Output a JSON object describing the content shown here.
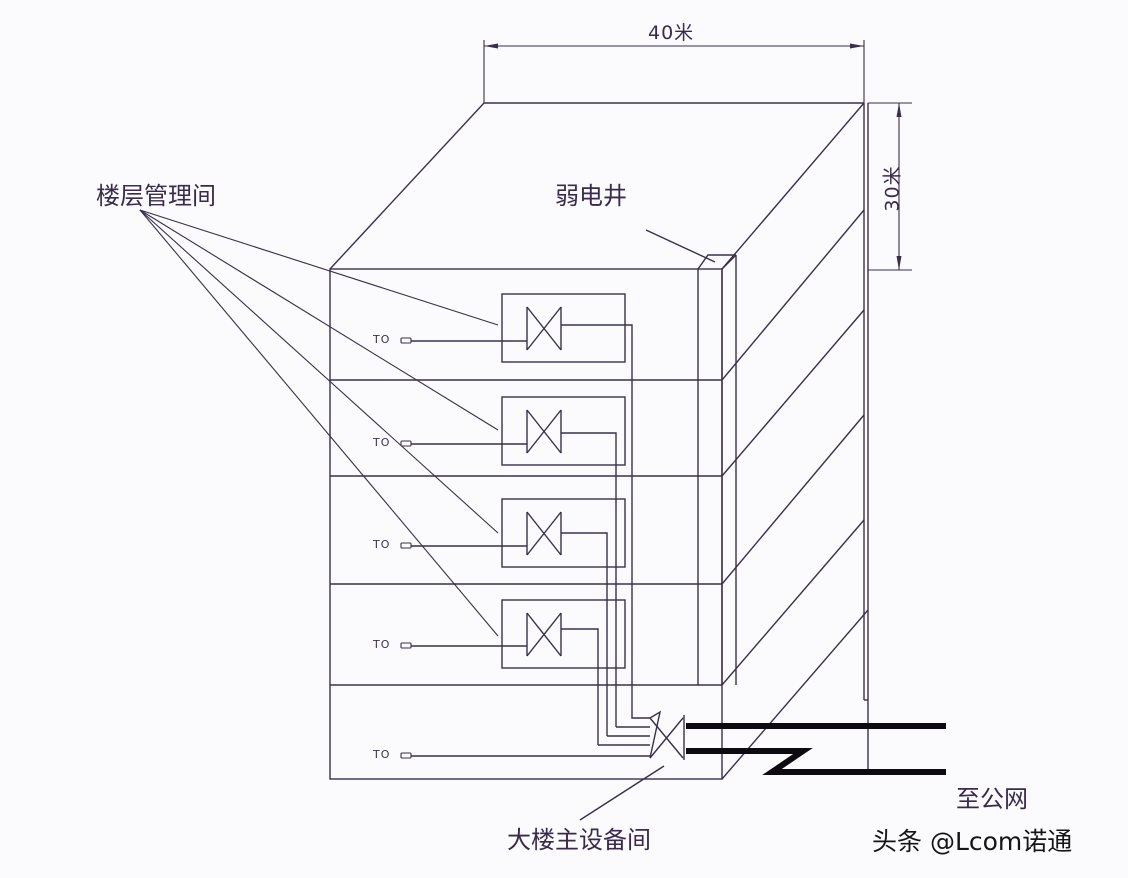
{
  "diagram": {
    "type": "building-cabling-schematic",
    "dimensions": {
      "width_label": "40米",
      "height_label": "30米"
    },
    "labels": {
      "floor_rooms": "楼层管理间",
      "shaft": "弱电井",
      "main_room": "大楼主设备间",
      "public_network": "至公网"
    },
    "floors": [
      {
        "id": 1,
        "outlet_label": "TO",
        "has_floor_switch": true
      },
      {
        "id": 2,
        "outlet_label": "TO",
        "has_floor_switch": true
      },
      {
        "id": 3,
        "outlet_label": "TO",
        "has_floor_switch": true
      },
      {
        "id": 4,
        "outlet_label": "TO",
        "has_floor_switch": true
      },
      {
        "id": 5,
        "outlet_label": "TO",
        "has_floor_switch": false,
        "is_main_equipment_floor": true
      }
    ],
    "colors": {
      "line": "#3a2f4a",
      "thick_line": "#0e0a12",
      "background": "#fbfbfd"
    }
  },
  "watermark": "头条 @Lcom诺通"
}
